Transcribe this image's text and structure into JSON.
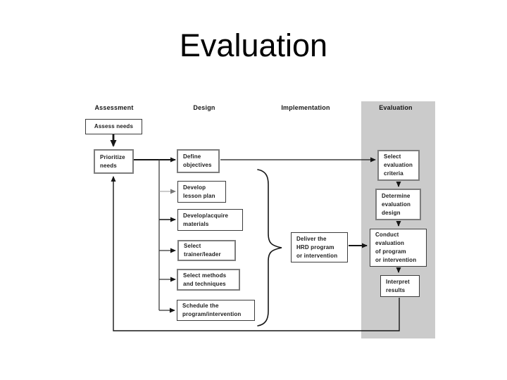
{
  "title": "Evaluation",
  "diagram": {
    "phases": [
      {
        "label": "Assessment"
      },
      {
        "label": "Design"
      },
      {
        "label": "Implementation"
      },
      {
        "label": "Evaluation"
      }
    ],
    "nodes": {
      "assess_needs": {
        "label": "Assess needs"
      },
      "prioritize_needs": {
        "label": "Prioritize\nneeds"
      },
      "define_objectives": {
        "label": "Define\nobjectives"
      },
      "develop_lesson": {
        "label": "Develop\nlesson plan"
      },
      "develop_materials": {
        "label": "Develop/acquire\nmaterials"
      },
      "select_trainer": {
        "label": "Select\ntrainer/leader"
      },
      "select_methods": {
        "label": "Select methods\nand techniques"
      },
      "schedule_program": {
        "label": "Schedule the\nprogram/intervention"
      },
      "deliver_program": {
        "label": "Deliver the\nHRD program\nor intervention"
      },
      "select_criteria": {
        "label": "Select\nevaluation\ncriteria"
      },
      "determine_design": {
        "label": "Determine\nevaluation\ndesign"
      },
      "conduct_evaluation": {
        "label": "Conduct\nevaluation\nof program\nor intervention"
      },
      "interpret_results": {
        "label": "Interpret\nresults"
      }
    },
    "colors": {
      "phase_panel_gray": "#cbcbcb",
      "box_border_gray": "#7d7d7d",
      "box_border_dark": "#3c3c3c",
      "connector_black": "#161616",
      "connector_light": "#9a9a9a",
      "title_color": "#000000"
    }
  }
}
